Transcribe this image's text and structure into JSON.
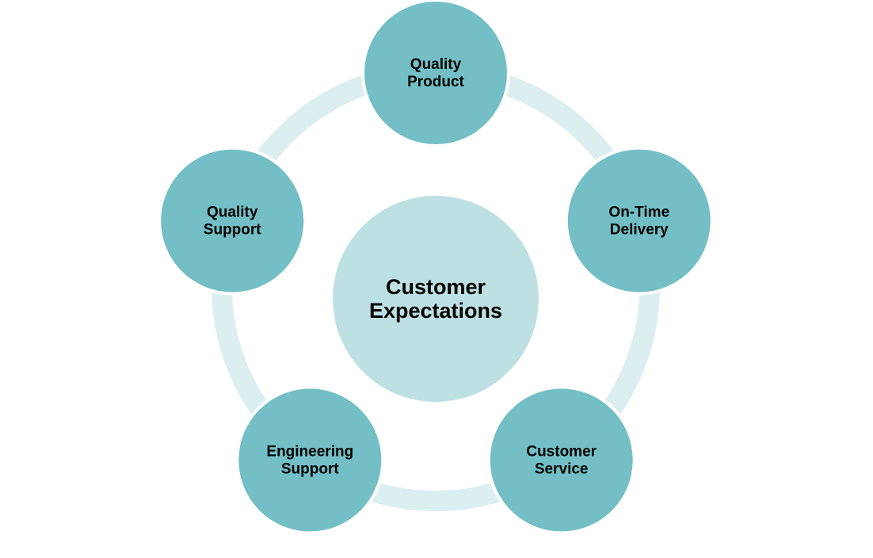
{
  "diagram": {
    "type": "cycle",
    "center": {
      "lines": [
        "Customer",
        "Expectations"
      ],
      "color": "#BDE0E3"
    },
    "node_color": "#73BFC5",
    "ring_color": "#DCEFF0",
    "background": "#FFFFFF",
    "nodes": [
      {
        "name": "node-quality-product",
        "lines": [
          "Quality",
          "Product"
        ]
      },
      {
        "name": "node-on-time-delivery",
        "lines": [
          "On-Time",
          "Delivery"
        ]
      },
      {
        "name": "node-customer-service",
        "lines": [
          "Customer",
          "Service"
        ]
      },
      {
        "name": "node-engineering-support",
        "lines": [
          "Engineering",
          "Support"
        ]
      },
      {
        "name": "node-quality-support",
        "lines": [
          "Quality",
          "Support"
        ]
      }
    ]
  }
}
